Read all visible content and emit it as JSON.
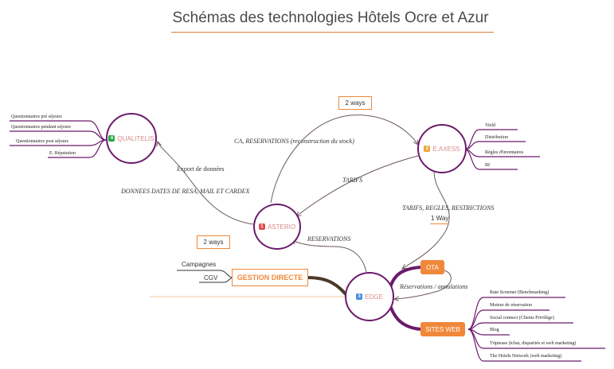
{
  "title": "Schémas des technologies Hôtels Ocre et Azur",
  "nodes": {
    "qualitelis": {
      "num": "4",
      "label": "QUALITELIS",
      "color": "#2aa84a"
    },
    "exaxess": {
      "num": "2",
      "label": "E.AXESS",
      "color": "#f0a53a"
    },
    "asterio": {
      "num": "1",
      "label": "ASTERIO",
      "color": "#e24c4c"
    },
    "edge": {
      "num": "3",
      "label": "EDGE",
      "color": "#4a8ee0"
    }
  },
  "qualitelis_items": [
    "Questionnaires pré séjours",
    "Questionnaires pendant séjours",
    "Questionnaires post séjours",
    "E. Réputation"
  ],
  "exaxess_items": [
    "Yield",
    "Distribution",
    "Règles d'inventaires",
    "BI"
  ],
  "edge_left_items": [
    "Campagnes",
    "CGV"
  ],
  "gestion_directe": "GESTION DIRECTE",
  "ota": "OTA",
  "sites_web": "SITES WEB",
  "sites_web_items": [
    "Rate Screener (Benchmarking)",
    "Moteur de réservation",
    "Social connect (Clients Privilège)",
    "Blog",
    "Triptease (tchat, disparités et web marketing)",
    "The Hotels Network (web marketing)"
  ],
  "two_ways_top": "2 ways",
  "two_ways_left": "2 ways",
  "one_way": "1 Way",
  "edge_labels": {
    "ca_reservations": "CA, RESERVATIONS (reconstruction du stock)",
    "tarifs": "TARIFS",
    "tarifs_regles": "TARIFS, REGLES, RESTRICTIONS",
    "export": "Export de données",
    "donnees": "DONNEES DATES DE RESA, MAIL ET CARDEX",
    "reservations": "RESERVATIONS",
    "reservations_annulations": "Réservations / annulations"
  },
  "colors": {
    "branch": "#6b1a6b",
    "accent": "#f0883a",
    "arrow": "#6e5a5a"
  }
}
